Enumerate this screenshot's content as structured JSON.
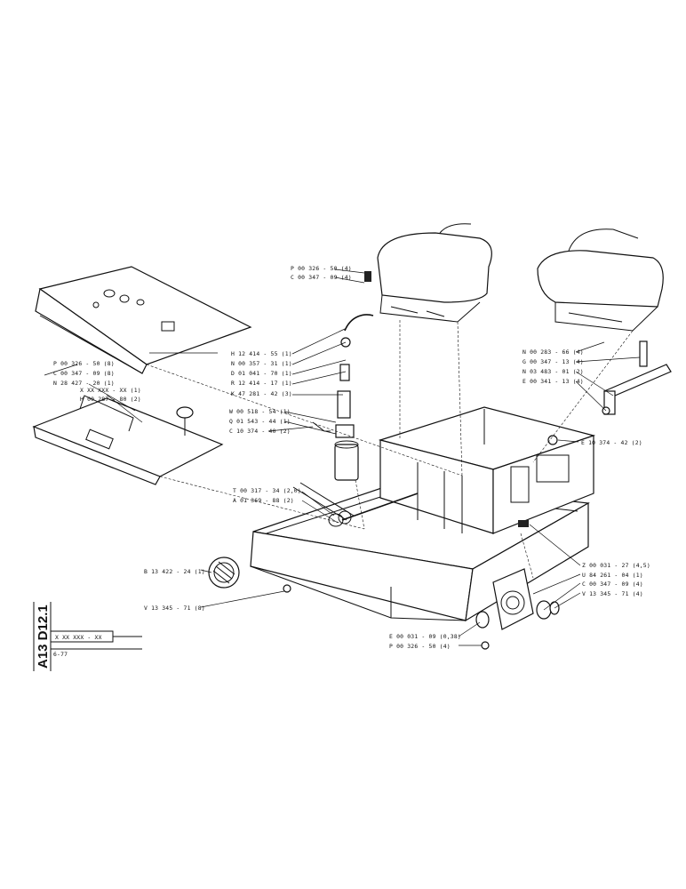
{
  "title_block": {
    "drawing_code": "A13 D12.1",
    "part_number": "X XX XXX - XX",
    "date": "6-77"
  },
  "callouts": [
    {
      "id": "c01",
      "text": "P 00 326 - 50 (4)"
    },
    {
      "id": "c02",
      "text": "C 00 347 - 09 (4)"
    },
    {
      "id": "c03",
      "text": "H 12 414 - 55 (1)"
    },
    {
      "id": "c04",
      "text": "N 00 357 - 31 (1)"
    },
    {
      "id": "c05",
      "text": "D 01 041 - 70 (1)"
    },
    {
      "id": "c06",
      "text": "R 12 414 - 17 (1)"
    },
    {
      "id": "c07",
      "text": "K 47 281 - 42 (3)"
    },
    {
      "id": "c08",
      "text": "W 00 518 - 54 (1)"
    },
    {
      "id": "c09",
      "text": "Q 01 543 - 44 (1)"
    },
    {
      "id": "c10",
      "text": "C 10 374 - 40 (2)"
    },
    {
      "id": "c11",
      "text": "P 00 326 - 50 (8)"
    },
    {
      "id": "c12",
      "text": "C 00 347 - 09 (8)"
    },
    {
      "id": "c13",
      "text": "N 28 427 - 20 (1)"
    },
    {
      "id": "c14",
      "text": "X XX XXX - XX (1)"
    },
    {
      "id": "c15",
      "text": "H 00 287 - 80 (2)"
    },
    {
      "id": "c16",
      "text": "N 00 283 - 66 (4)"
    },
    {
      "id": "c17",
      "text": "G 00 347 - 13 (4)"
    },
    {
      "id": "c18",
      "text": "N 03 483 - 01 (2)"
    },
    {
      "id": "c19",
      "text": "E 00 341 - 13 (4)"
    },
    {
      "id": "c20",
      "text": "E 10 374 - 42 (2)"
    },
    {
      "id": "c21",
      "text": "T 00 317 - 34 (2,0)"
    },
    {
      "id": "c22",
      "text": "A 01 369 - 88 (2)"
    },
    {
      "id": "c23",
      "text": "Z 00 031 - 27 (4,5)"
    },
    {
      "id": "c24",
      "text": "U 84 261 - 04 (1)"
    },
    {
      "id": "c25",
      "text": "C 00 347 - 09 (4)"
    },
    {
      "id": "c26",
      "text": "V 13 345 - 71 (4)"
    },
    {
      "id": "c27",
      "text": "B 13 422 - 24 (1)"
    },
    {
      "id": "c28",
      "text": "V 13 345 - 71 (8)"
    },
    {
      "id": "c29",
      "text": "E 00 031 - 09 (0,38)"
    },
    {
      "id": "c30",
      "text": "P 00 326 - 50 (4)"
    }
  ]
}
